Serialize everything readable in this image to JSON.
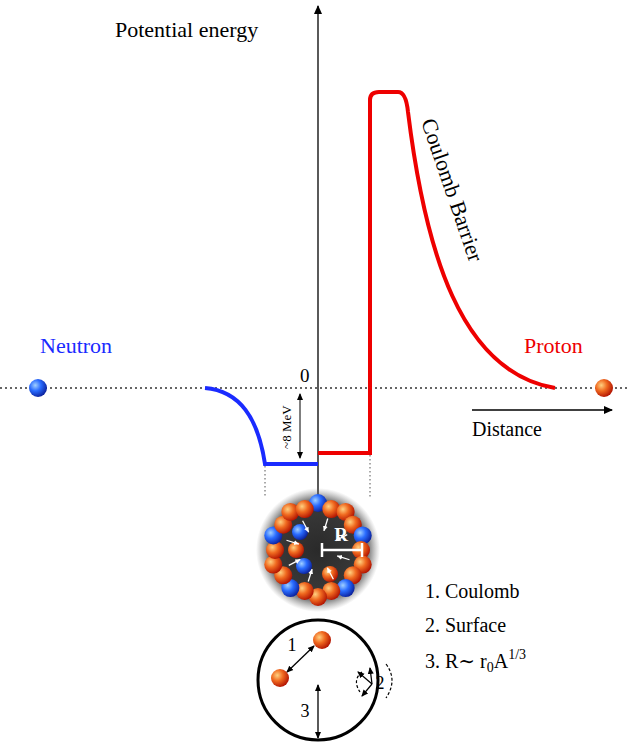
{
  "diagram": {
    "labels": [
      "Potential energy",
      "Coulomb Barrier",
      "Neutron",
      "Proton",
      "0",
      "~8 MeV",
      "Distance",
      "R",
      "1. Coulomb",
      "2. Surface",
      "3. R∼ r",
      "0",
      "A",
      "1/3",
      "1",
      "2",
      "3"
    ]
  }
}
